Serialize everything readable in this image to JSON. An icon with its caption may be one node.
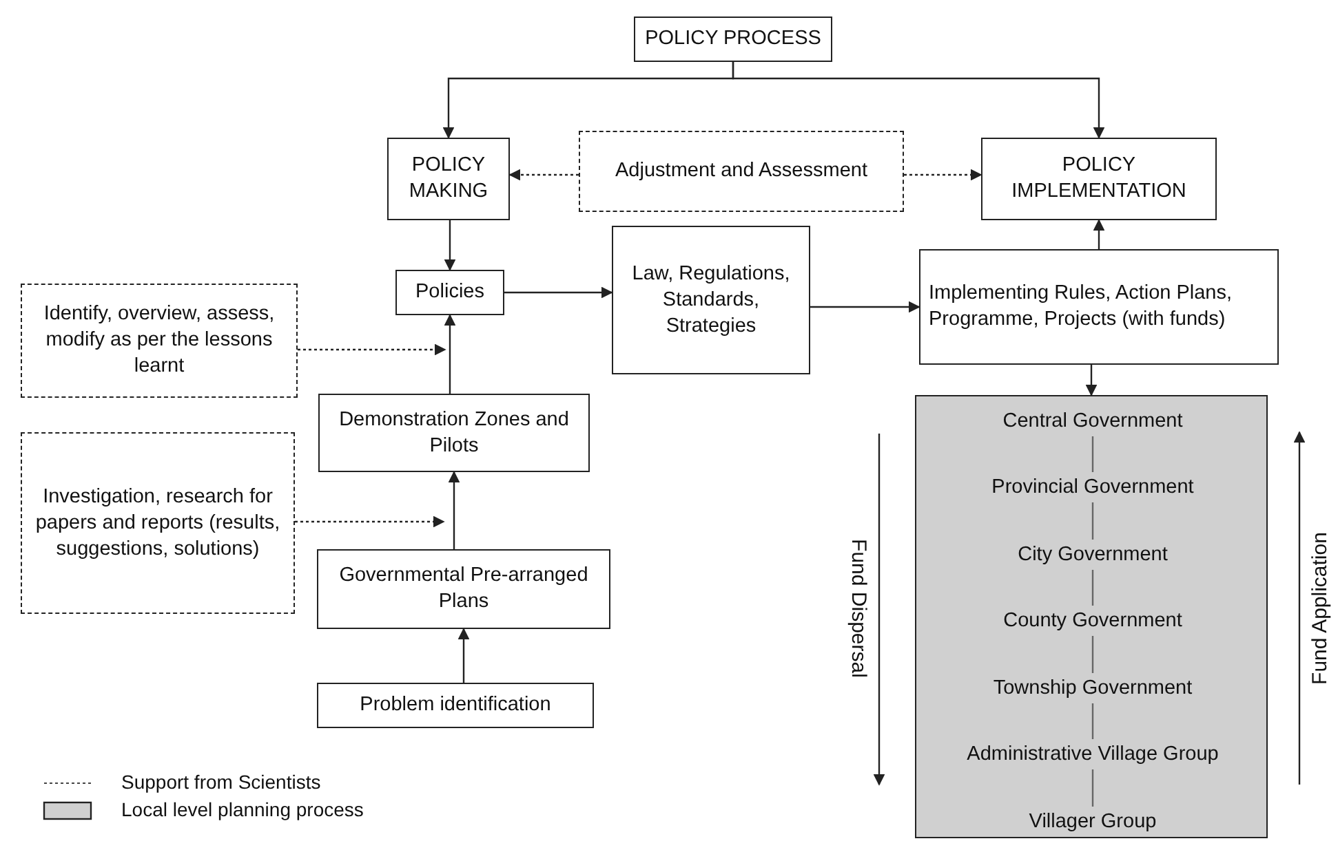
{
  "diagram": {
    "nodes": [
      {
        "text": [
          "POLICY PROCESS"
        ]
      },
      {
        "text": [
          "POLICY MAKING"
        ]
      },
      {
        "text": [
          "Adjustment and Assessment"
        ]
      },
      {
        "text": [
          "POLICY IMPLEMENTATION"
        ]
      },
      {
        "text": [
          "Policies"
        ]
      },
      {
        "text": [
          "Law, Regulations, Standards, Strategies"
        ]
      },
      {
        "text": [
          "Implementing Rules, Action Plans, Programme, Projects (with funds)"
        ]
      },
      {
        "text": [
          "Identify, overview, assess, modify as per the lessons learnt"
        ]
      },
      {
        "text": [
          "Demonstration Zones and Pilots"
        ]
      },
      {
        "text": [
          "Investigation, research for papers and reports (results, suggestions, solutions)"
        ]
      },
      {
        "text": [
          "Governmental Pre-arranged Plans"
        ]
      },
      {
        "text": [
          "Problem identification"
        ]
      },
      {
        "text": [],
        "shape": "box"
      },
      {
        "text": [
          "Central Government"
        ],
        "in": 12
      },
      {
        "text": [
          "Provincial Government"
        ],
        "in": 12
      },
      {
        "text": [
          "City Government"
        ],
        "in": 12
      },
      {
        "text": [
          "County Government"
        ],
        "in": 12
      },
      {
        "text": [
          "Township Government"
        ],
        "in": 12
      },
      {
        "text": [
          "Administrative Village Group"
        ],
        "in": 12
      },
      {
        "text": [
          "Villager Group"
        ],
        "in": 12
      }
    ],
    "edges": [
      {
        "from": 0,
        "to": 1,
        "arrow": "to"
      },
      {
        "from": 0,
        "to": 3,
        "arrow": "to"
      },
      {
        "from": 2,
        "to": 1,
        "arrow": "to",
        "style": "dashed"
      },
      {
        "from": 2,
        "to": 3,
        "arrow": "to",
        "style": "dashed"
      },
      {
        "from": 1,
        "to": 4,
        "arrow": "to"
      },
      {
        "from": 4,
        "to": 5,
        "arrow": "to"
      },
      {
        "from": 5,
        "to": 6,
        "arrow": "to"
      },
      {
        "from": 6,
        "to": 3,
        "arrow": "to"
      },
      {
        "from": 6,
        "to": 12,
        "arrow": "to"
      },
      {
        "from": 7,
        "to": 4,
        "arrow": "to",
        "style": "dashed"
      },
      {
        "from": 8,
        "to": 4,
        "arrow": "to"
      },
      {
        "from": 9,
        "to": 10,
        "arrow": "to",
        "style": "dashed"
      },
      {
        "from": 10,
        "to": 8,
        "arrow": "to"
      },
      {
        "from": 11,
        "to": 10,
        "arrow": "to"
      },
      {
        "from": 13,
        "to": 14,
        "arrow": "none"
      },
      {
        "from": 14,
        "to": 15,
        "arrow": "none"
      },
      {
        "from": 15,
        "to": 16,
        "arrow": "none"
      },
      {
        "from": 16,
        "to": 17,
        "arrow": "none"
      },
      {
        "from": 17,
        "to": 18,
        "arrow": "none"
      },
      {
        "from": 18,
        "to": 19,
        "arrow": "none"
      }
    ],
    "labels": [
      "Fund Dispersal",
      "Fund Application"
    ],
    "legend": [
      {
        "text": "Support from Scientists"
      },
      {
        "text": "Local level planning process",
        "color": "#d0d0d0"
      }
    ]
  }
}
